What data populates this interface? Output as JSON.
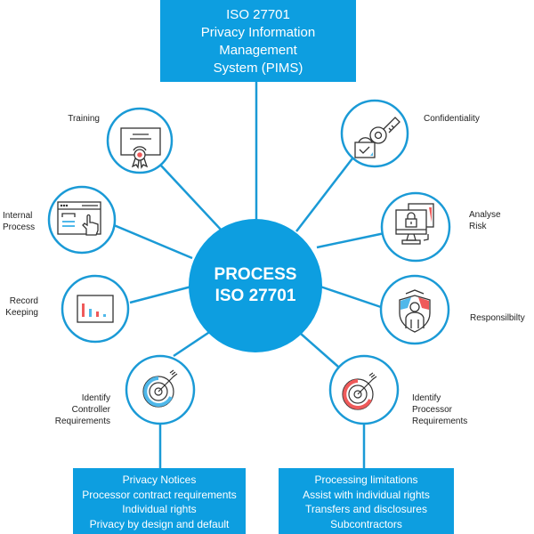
{
  "colors": {
    "primary_blue": "#0d9ee0",
    "ring_blue": "#1a9ad6",
    "accent_red": "#ef5a5a",
    "accent_light_blue": "#4fb8ea",
    "icon_stroke": "#333333"
  },
  "header": {
    "lines": [
      "ISO 27701",
      "Privacy Information",
      "Management",
      "System (PIMS)"
    ]
  },
  "hub": {
    "lines": [
      "PROCESS",
      "ISO 27701"
    ]
  },
  "nodes": [
    {
      "id": "training",
      "icon": "certificate-icon",
      "label_lines": [
        "Training"
      ]
    },
    {
      "id": "internal-process",
      "icon": "browser-hand-pointer-icon",
      "label_lines": [
        "Internal",
        "Process"
      ]
    },
    {
      "id": "record-keeping",
      "icon": "bar-chart-icon",
      "label_lines": [
        "Record",
        "Keeping"
      ]
    },
    {
      "id": "identify-controller",
      "icon": "target-arrow-icon",
      "label_lines": [
        "Identify",
        "Controller",
        "Requirements"
      ]
    },
    {
      "id": "confidentiality",
      "icon": "key-padlock-icon",
      "label_lines": [
        "Confidentiality"
      ]
    },
    {
      "id": "analyse-risk",
      "icon": "computer-lock-icon",
      "label_lines": [
        "Analyse",
        "Risk"
      ]
    },
    {
      "id": "responsibility",
      "icon": "shield-person-icon",
      "label_lines": [
        "Responsilbilty"
      ]
    },
    {
      "id": "identify-processor",
      "icon": "target-arrow-icon",
      "label_lines": [
        "Identify",
        "Processor",
        "Requirements"
      ]
    }
  ],
  "controller_box": {
    "items": [
      "Privacy Notices",
      "Processor contract requirements",
      "Individual rights",
      "Privacy by design and default"
    ]
  },
  "processor_box": {
    "items": [
      "Processing limitations",
      "Assist with individual rights",
      "Transfers and disclosures",
      "Subcontractors"
    ]
  }
}
